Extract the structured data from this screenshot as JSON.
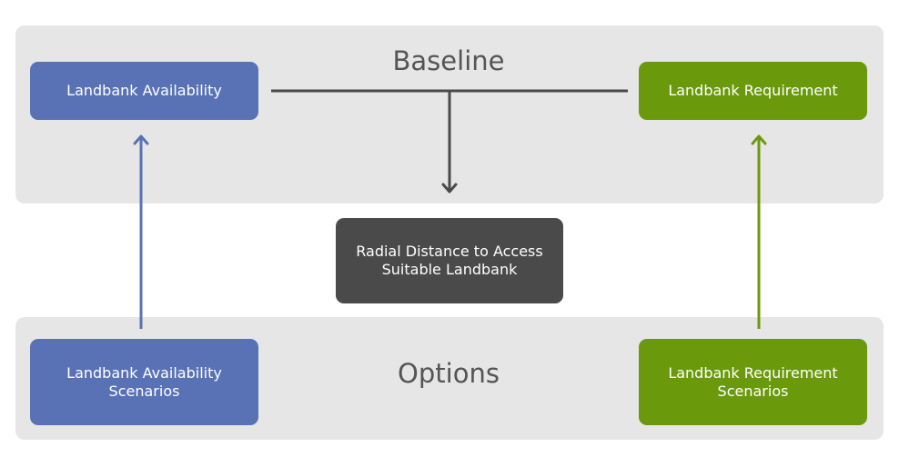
{
  "bands": {
    "baseline": "Baseline",
    "options": "Options"
  },
  "nodes": {
    "landbank_availability": "Landbank Availability",
    "landbank_requirement": "Landbank Requirement",
    "radial_distance": "Radial Distance to Access Suitable Landbank",
    "landbank_availability_scenarios": "Landbank Availability Scenarios",
    "landbank_requirement_scenarios": "Landbank Requirement Scenarios"
  },
  "colors": {
    "panel": "#e6e6e6",
    "blue": "#5972b6",
    "green": "#6a9a0b",
    "dark": "#4a4a4a",
    "connector": "#4a4a4a",
    "title_text": "#555555"
  }
}
